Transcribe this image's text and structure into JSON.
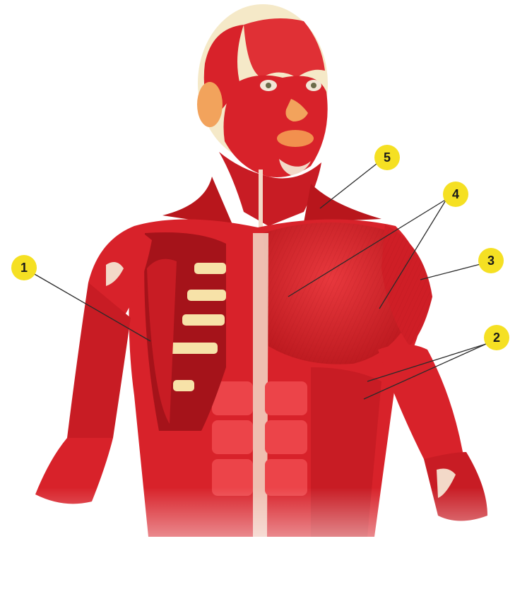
{
  "figure": {
    "subject": "anterior-muscular-system-upper-body",
    "colors": {
      "muscle": "#d8222a",
      "muscle_dark": "#a5131a",
      "muscle_light": "#ee4a4f",
      "tendon": "#f3d9c8",
      "bone": "#f7e2a8",
      "skin": "#f2a35c",
      "skull": "#f5e9c8",
      "callout_fill": "#f5e023",
      "callout_text": "#1a1a1a",
      "leader_line": "#2b2b2b"
    }
  },
  "callouts": [
    {
      "id": "1",
      "label": "1"
    },
    {
      "id": "2",
      "label": "2"
    },
    {
      "id": "3",
      "label": "3"
    },
    {
      "id": "4",
      "label": "4"
    },
    {
      "id": "5",
      "label": "5"
    }
  ]
}
